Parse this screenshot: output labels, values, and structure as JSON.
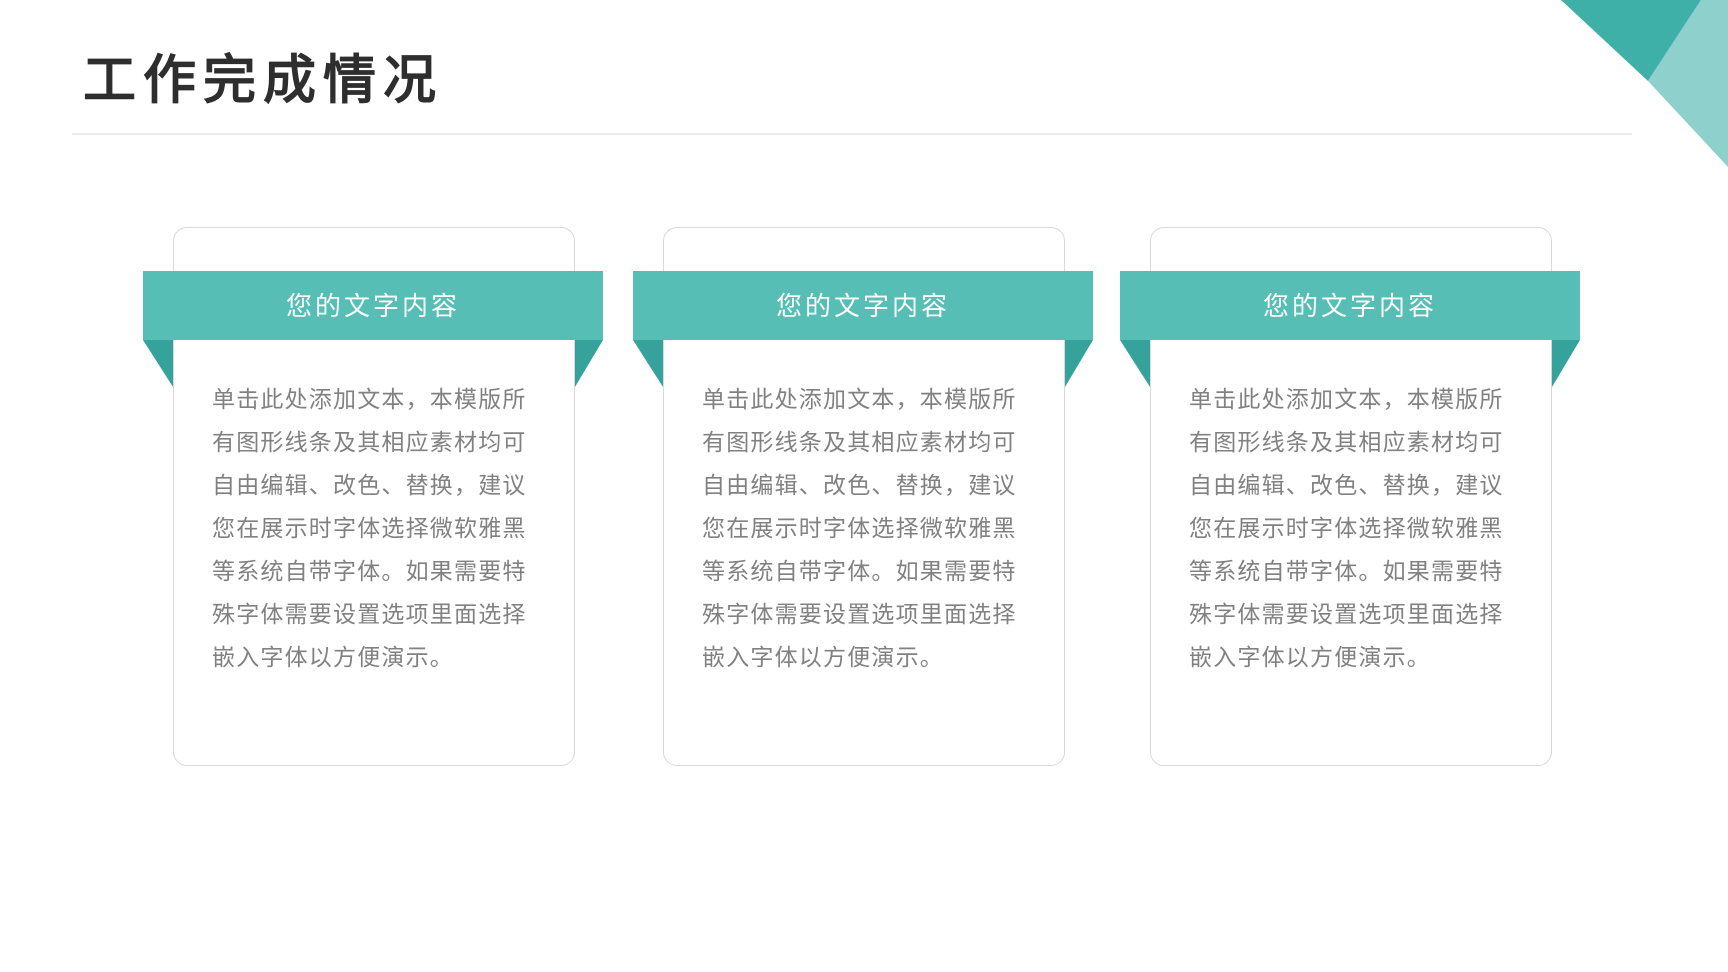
{
  "slide": {
    "title": "工作完成情况"
  },
  "theme": {
    "slide_bg": "#ffffff",
    "title_text": "#2e2e2e",
    "divider": "#ebebeb",
    "card_border": "#d9d9d9",
    "ribbon": "#56beb5",
    "ribbon_fold": "#35a39b",
    "ribbon_text": "#ffffff",
    "body_text": "#818181",
    "corner_dark": "#3eb0a8",
    "corner_light": "#8ed0cb"
  },
  "cards": [
    {
      "ribbon_label": "您的文字内容",
      "body": "单击此处添加文本，本模版所有图形线条及其相应素材均可自由编辑、改色、替换，建议您在展示时字体选择微软雅黑等系统自带字体。如果需要特殊字体需要设置选项里面选择嵌入字体以方便演示。"
    },
    {
      "ribbon_label": "您的文字内容",
      "body": "单击此处添加文本，本模版所有图形线条及其相应素材均可自由编辑、改色、替换，建议您在展示时字体选择微软雅黑等系统自带字体。如果需要特殊字体需要设置选项里面选择嵌入字体以方便演示。"
    },
    {
      "ribbon_label": "您的文字内容",
      "body": "单击此处添加文本，本模版所有图形线条及其相应素材均可自由编辑、改色、替换，建议您在展示时字体选择微软雅黑等系统自带字体。如果需要特殊字体需要设置选项里面选择嵌入字体以方便演示。"
    }
  ]
}
